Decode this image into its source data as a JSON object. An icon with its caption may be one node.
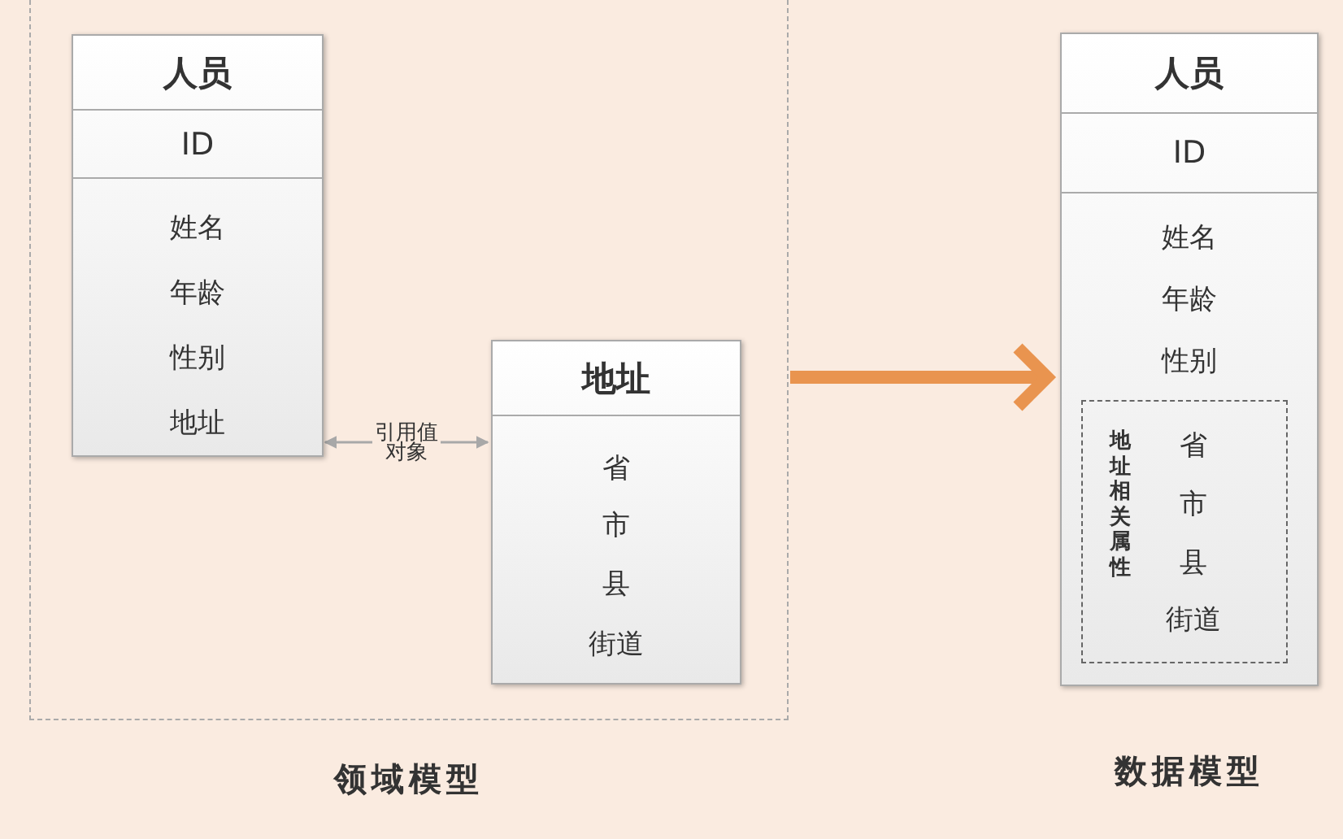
{
  "diagram": {
    "nodes": [
      {
        "text": [
          "领域模型"
        ]
      },
      {
        "text": [
          "人员",
          "ID",
          "姓名",
          "年龄",
          "性别",
          "地址"
        ],
        "in": 0
      },
      {
        "text": [
          "地址",
          "省",
          "市",
          "县",
          "街道"
        ],
        "in": 0
      },
      {
        "text": [
          "人员",
          "ID",
          "姓名",
          "年龄",
          "性别"
        ],
        "beside": [
          "数据模型"
        ]
      },
      {
        "text": [
          "地址相关属性",
          "省",
          "市",
          "县",
          "街道"
        ],
        "in": 3
      }
    ],
    "edges": [
      {
        "from": 1,
        "to": 2,
        "arrow": "both",
        "label": "引用值对象"
      },
      {
        "from": 0,
        "to": 3,
        "arrow": "to",
        "style": "thick",
        "color": "#e9944f"
      }
    ]
  }
}
